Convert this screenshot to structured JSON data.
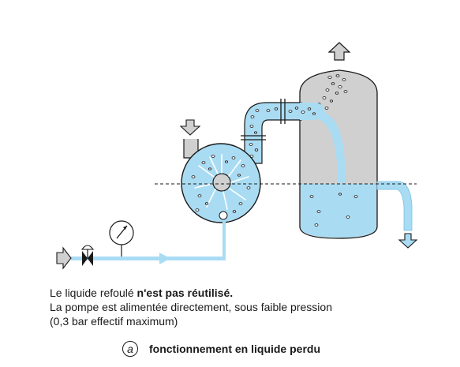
{
  "caption": {
    "line1_prefix": "Le liquide refoulé ",
    "line1_bold": "n'est pas réutilisé",
    "line1_suffix": ".",
    "line2": "La pompe est alimentée directement, sous faible pression",
    "line3": "(0,3 bar effectif maximum)"
  },
  "footer": {
    "badge": "a",
    "label": "fonctionnement en liquide perdu"
  },
  "colors": {
    "liquid": "#a9dcf3",
    "liquid_stroke": "#6fc0e8",
    "vessel": "#d0d0d0",
    "outline": "#1a1a1a"
  }
}
